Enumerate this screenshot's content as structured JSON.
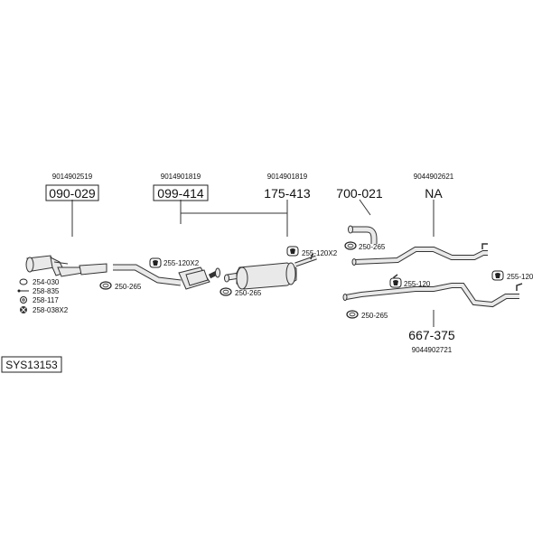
{
  "diagram_id": "SYS13153",
  "part_groups": [
    {
      "oem": "9014902519",
      "part": "090-029"
    },
    {
      "oem": "9014901819",
      "part": "099-414"
    },
    {
      "oem": "9014901819",
      "part": "175-413"
    },
    {
      "oem": "",
      "part": "700-021"
    },
    {
      "oem": "9044902621",
      "part": "NA"
    },
    {
      "oem": "9044902721",
      "part": "667-375"
    }
  ],
  "accessories": {
    "left_legend": [
      "254-030",
      "258-835",
      "258-117",
      "258-038X2"
    ],
    "cat_clamp": "255-120X2",
    "cat_ring": "250-265",
    "muffler_clamp": "255-120X2",
    "muffler_ring": "250-265",
    "bend_ring": "250-265",
    "tail_clamp_a": "255-120",
    "tail_clamp_b": "255-120",
    "tail_ring": "250-265"
  }
}
